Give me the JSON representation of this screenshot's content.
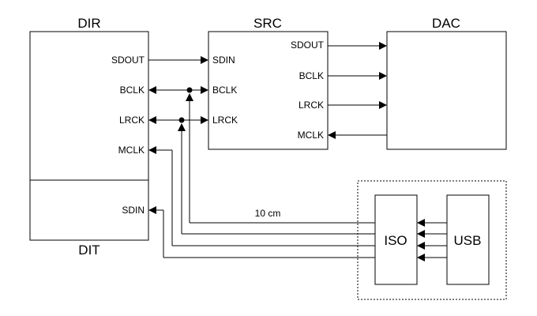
{
  "blocks": {
    "dir": "DIR",
    "dit": "DIT",
    "src": "SRC",
    "dac": "DAC",
    "iso": "ISO",
    "usb": "USB"
  },
  "dir_pins": {
    "sdout": "SDOUT",
    "bclk": "BCLK",
    "lrck": "LRCK",
    "mclk": "MCLK"
  },
  "dit_pins": {
    "sdin": "SDIN"
  },
  "src_pins": {
    "sdin": "SDIN",
    "bclk": "BCLK",
    "lrck": "LRCK",
    "sdout": "SDOUT",
    "bclk_out": "BCLK",
    "lrck_out": "LRCK",
    "mclk": "MCLK"
  },
  "annotations": {
    "cable_length": "10 cm"
  }
}
